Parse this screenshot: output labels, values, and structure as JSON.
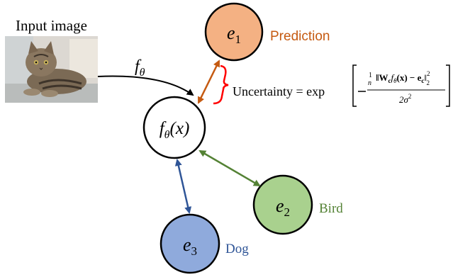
{
  "input_label": "Input image",
  "mapping_label": {
    "base": "f",
    "sub": "θ"
  },
  "center_node": {
    "base": "f",
    "sub": "θ",
    "arg": "(x)"
  },
  "nodes": [
    {
      "var": "e",
      "sub": "1",
      "label": "Prediction",
      "fill": "#f4b183",
      "label_color": "#c55a11"
    },
    {
      "var": "e",
      "sub": "2",
      "label": "Bird",
      "fill": "#a9d18e",
      "label_color": "#548235"
    },
    {
      "var": "e",
      "sub": "3",
      "label": "Dog",
      "fill": "#8faadc",
      "label_color": "#2f5597"
    }
  ],
  "arrow_colors": {
    "e1": "#c55a11",
    "e2": "#548235",
    "e3": "#2f5597",
    "input": "#000000"
  },
  "brace_color": "#ff0000",
  "formula": {
    "lhs": "Uncertainty = exp",
    "numerator_prefix": "1",
    "numerator_denominator": "n",
    "numerator_body": "‖W",
    "numerator_c1": "c",
    "numerator_f": "f",
    "numerator_theta": "θ",
    "numerator_x": "(x) − e",
    "numerator_c2": "c",
    "numerator_norm": "‖",
    "norm_sub": "2",
    "norm_sup": "2",
    "denominator": "2σ",
    "denominator_sup": "2"
  },
  "icons": {
    "input_image": "tabby-cat-photo-icon"
  }
}
